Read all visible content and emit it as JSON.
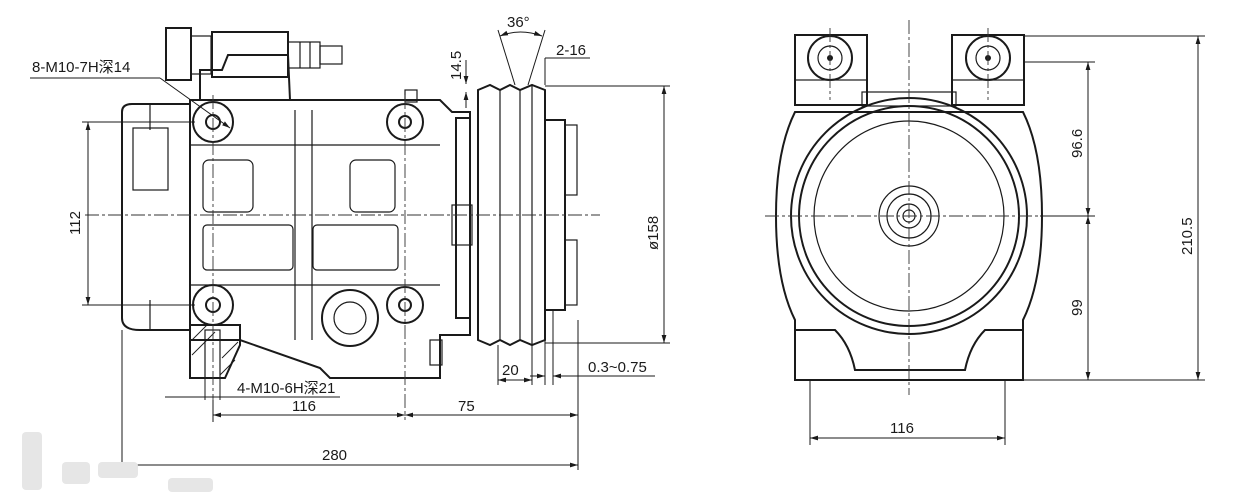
{
  "labels": {
    "port_threads": "8-M10-7H深14",
    "mount_threads": "4-M10-6H深21",
    "groove_angle": "36°",
    "groove_count_width": "2-16",
    "top_offset": "14.5",
    "pulley_diameter": "ø158",
    "bolt_spacing_vertical": "112",
    "bolt_spacing_horizontal": "116",
    "pulley_offset": "75",
    "pulley_width": "20",
    "clutch_gap": "0.3~0.75",
    "overall_length": "280",
    "end_mount_width": "116",
    "upper_height": "96.6",
    "lower_height": "99",
    "overall_height": "210.5"
  },
  "colors": {
    "line": "#1a1a1a",
    "background": "#ffffff"
  }
}
